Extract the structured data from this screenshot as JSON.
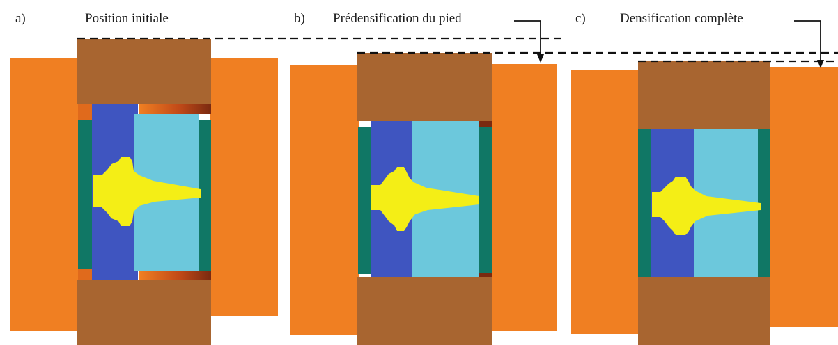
{
  "panels": [
    {
      "id": "a",
      "letter": "a)",
      "title": "Position initiale"
    },
    {
      "id": "b",
      "letter": "b)",
      "title": "Prédensification du pied"
    },
    {
      "id": "c",
      "letter": "c)",
      "title": "Densification complète"
    }
  ],
  "colors": {
    "die": "#f07f22",
    "punch": "#a86530",
    "powder_dark": "#3f55c0",
    "powder_light": "#6cc8dc",
    "core": "#f4ee16",
    "liner": "#107765",
    "edge_accent": "#a83d14",
    "background": "#ffffff"
  }
}
